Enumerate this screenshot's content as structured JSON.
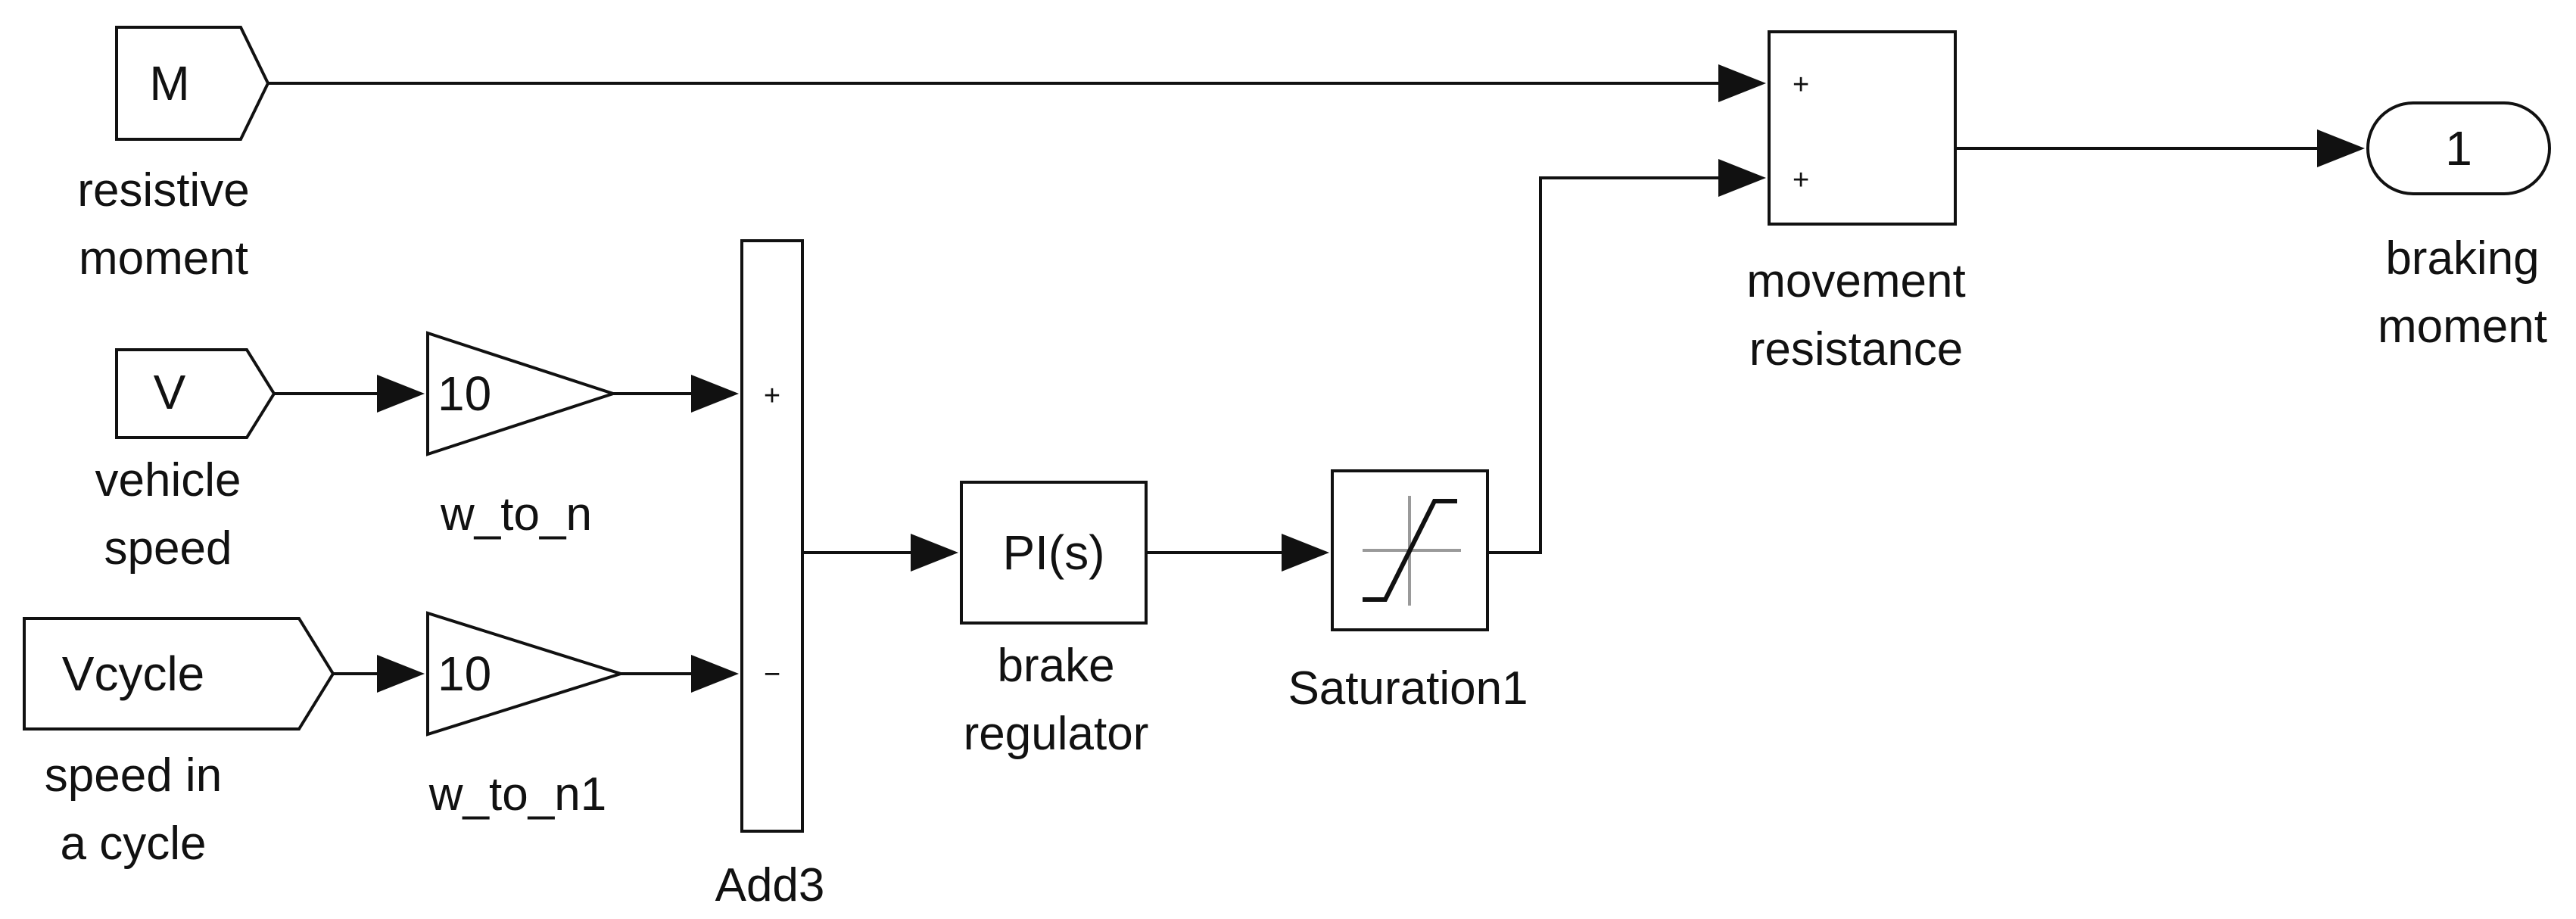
{
  "blocks": {
    "from_M": {
      "text": "M",
      "label_line1": "resistive",
      "label_line2": "moment"
    },
    "from_V": {
      "text": "V",
      "label_line1": "vehicle",
      "label_line2": "speed"
    },
    "from_Vcycle": {
      "text": "Vcycle",
      "label_line1": "speed in",
      "label_line2": "a cycle"
    },
    "gain_w_to_n": {
      "text": "10",
      "label": "w_to_n"
    },
    "gain_w_to_n1": {
      "text": "10",
      "label": "w_to_n1"
    },
    "add3": {
      "label": "Add3",
      "sign_top": "+",
      "sign_bottom": "−"
    },
    "pi": {
      "text": "PI(s)",
      "label_line1": "brake",
      "label_line2": "regulator"
    },
    "saturation": {
      "label": "Saturation1",
      "icon": "saturation-icon"
    },
    "sum_resistance": {
      "sign_top": "+",
      "sign_bottom": "+",
      "label_line1": "movement",
      "label_line2": "resistance"
    },
    "outport": {
      "text": "1",
      "label_line1": "braking",
      "label_line2": "moment"
    }
  },
  "colors": {
    "line": "#111111",
    "background": "#ffffff",
    "saturation_axes": "#9a9a9a"
  }
}
